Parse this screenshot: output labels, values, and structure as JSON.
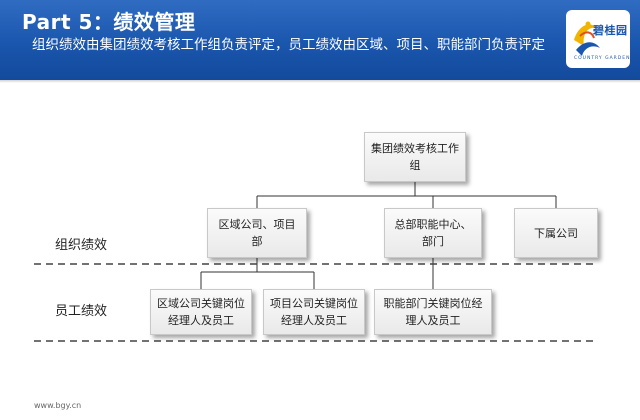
{
  "header": {
    "title": "Part 5：绩效管理",
    "subtitle": "组织绩效由集团绩效考核工作组负责评定，员工绩效由区域、项目、职能部门负责评定",
    "logo": {
      "icon": "biguiyuan-logo-icon",
      "text": "碧桂园",
      "subtext": "COUNTRY GARDEN",
      "color": "#1a56ad"
    }
  },
  "row_labels": {
    "org": "组织绩效",
    "staff": "员工绩效"
  },
  "nodes": {
    "group_committee": "集团绩效考核工作组",
    "region_project": "区域公司、项目部",
    "hq_functions": "总部职能中心、部门",
    "subsidiaries": "下属公司",
    "region_staff": "区域公司关键岗位经理人及员工",
    "project_staff": "项目公司关键岗位经理人及员工",
    "function_staff": "职能部门关键岗位经理人及员工"
  },
  "footer": {
    "url": "www.bgy.cn"
  },
  "colors": {
    "header": "#1a56ad",
    "node_fill": "#eeeeee",
    "line": "#333333",
    "divider": "#444444"
  }
}
